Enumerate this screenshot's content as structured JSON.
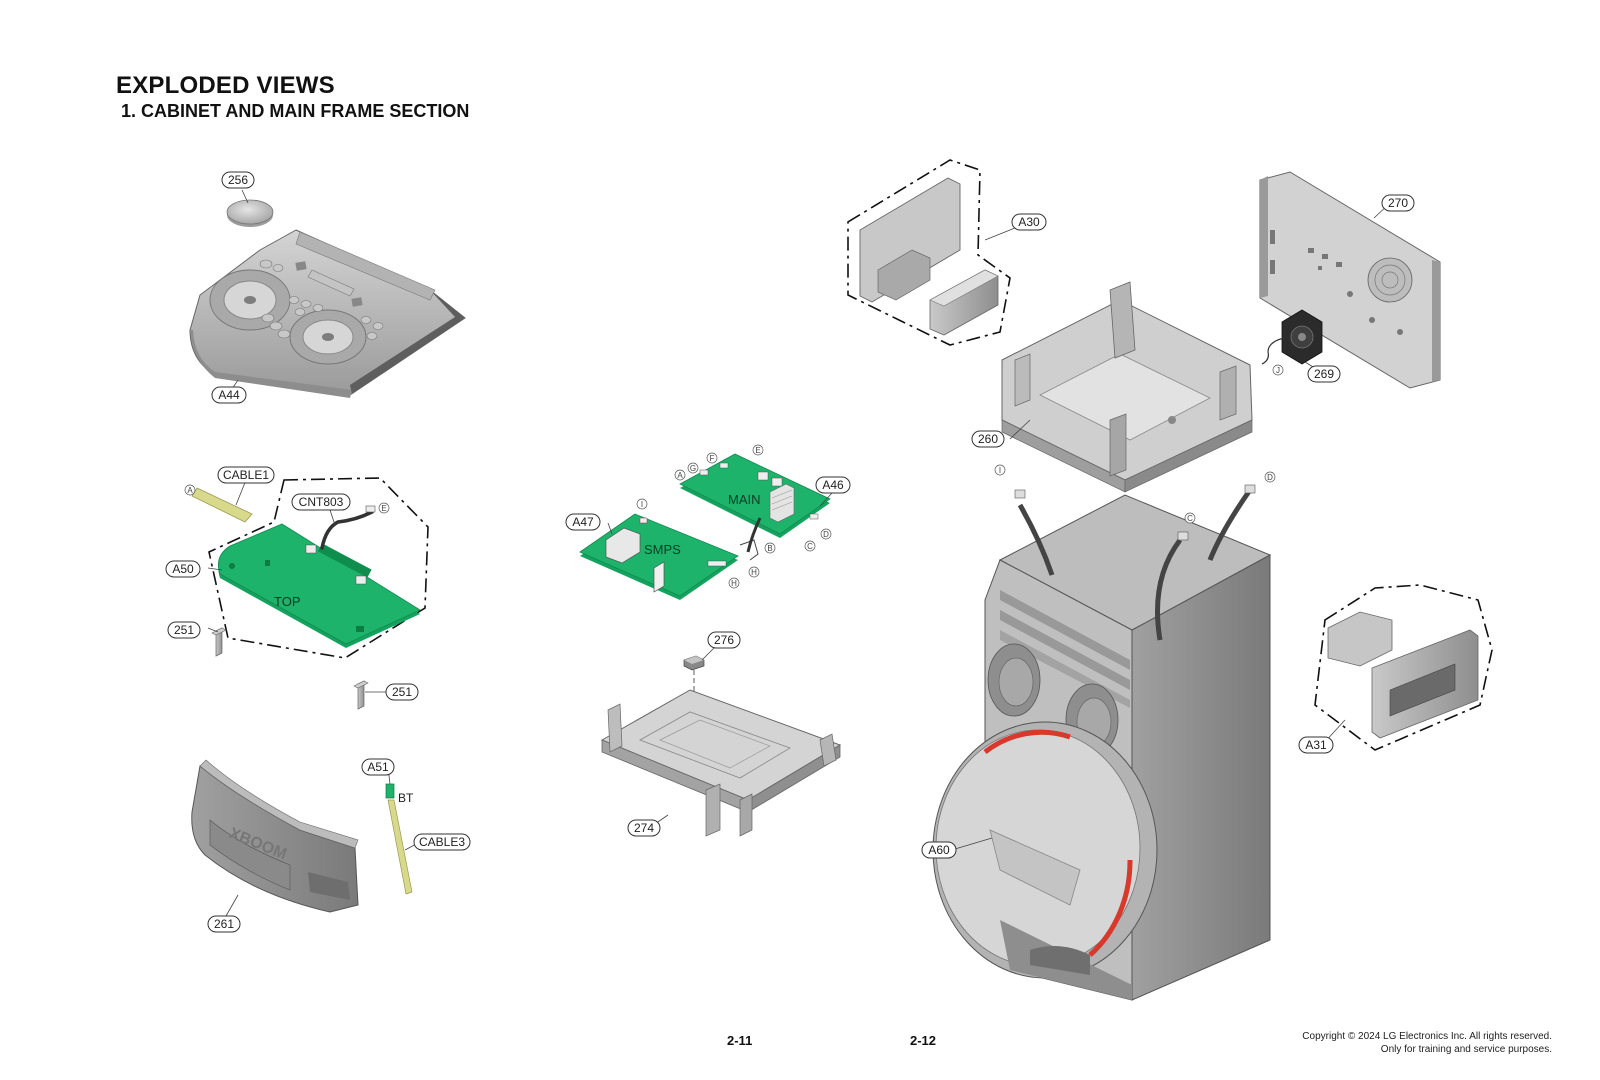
{
  "header": {
    "title": "EXPLODED VIEWS",
    "subtitle": "1. CABINET AND MAIN FRAME SECTION"
  },
  "callouts": {
    "c256": "256",
    "a44": "A44",
    "cable1": "CABLE1",
    "cnt803": "CNT803",
    "a50": "A50",
    "c251a": "251",
    "c251b": "251",
    "a51": "A51",
    "cable3": "CABLE3",
    "c261": "261",
    "a47": "A47",
    "a46": "A46",
    "c276": "276",
    "c274": "274",
    "a30": "A30",
    "c270": "270",
    "c269": "269",
    "c260": "260",
    "a31": "A31",
    "a60": "A60"
  },
  "board_labels": {
    "top": "TOP",
    "smps": "SMPS",
    "main": "MAIN",
    "bt": "BT"
  },
  "connector_letters": {
    "a1": "A",
    "e1": "E",
    "i1": "I",
    "h1": "H",
    "a2": "A",
    "g": "G",
    "f": "F",
    "e2": "E",
    "b": "B",
    "c1": "C",
    "d1": "D",
    "h2": "H",
    "j": "J",
    "i2": "I",
    "c2": "C",
    "d2": "D"
  },
  "footer": {
    "page_left": "2-11",
    "page_right": "2-12",
    "copyright_line1": "Copyright © 2024 LG Electronics Inc. All rights reserved.",
    "copyright_line2": "Only for training and service purposes."
  },
  "colors": {
    "pcb_green": "#1db36b",
    "part_grey": "#b9b9b9",
    "accent_red": "#d9382c",
    "cable_tan": "#d8d98a"
  }
}
